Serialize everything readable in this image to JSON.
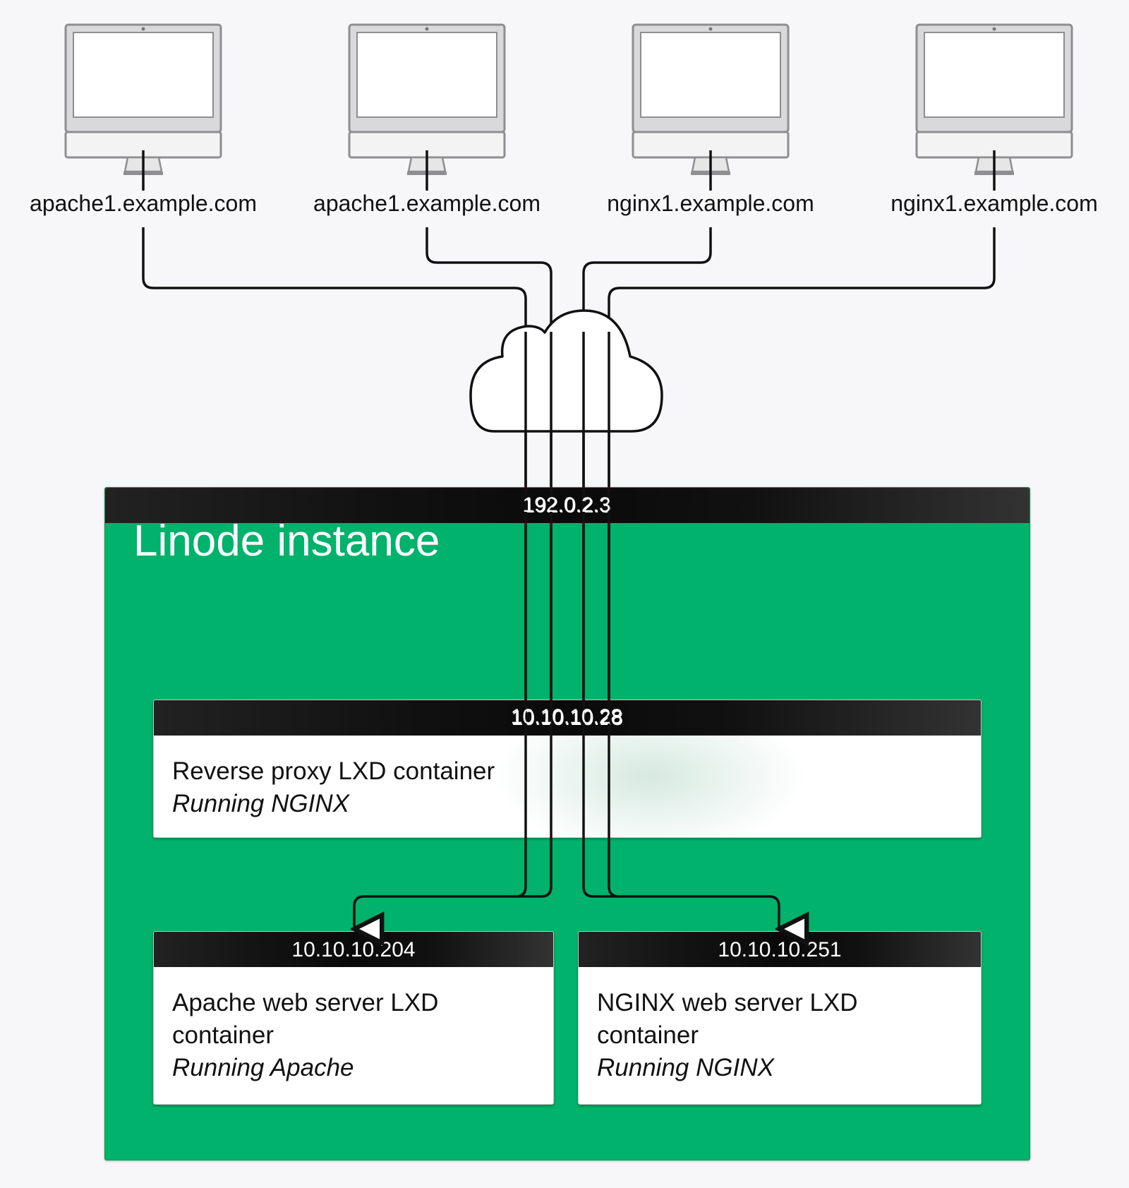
{
  "clients": [
    {
      "label": "apache1.example.com"
    },
    {
      "label": "apache1.example.com"
    },
    {
      "label": "nginx1.example.com"
    },
    {
      "label": "nginx1.example.com"
    }
  ],
  "instance": {
    "public_ip": "192.0.2.3",
    "title": "Linode instance"
  },
  "proxy": {
    "ip": "10.10.10.28",
    "name": "Reverse proxy LXD container",
    "runs": "Running NGINX"
  },
  "apache": {
    "ip": "10.10.10.204",
    "name": "Apache web server LXD container",
    "runs": "Running Apache"
  },
  "nginx": {
    "ip": "10.10.10.251",
    "name": "NGINX web server LXD container",
    "runs": "Running NGINX"
  },
  "colors": {
    "instance_green": "#00b26b",
    "bar_dark": "#111111",
    "line": "#111111",
    "monitor_frame": "#a9a9ab"
  },
  "icons": [
    "monitor-icon",
    "cloud-icon",
    "arrow-down-icon"
  ]
}
